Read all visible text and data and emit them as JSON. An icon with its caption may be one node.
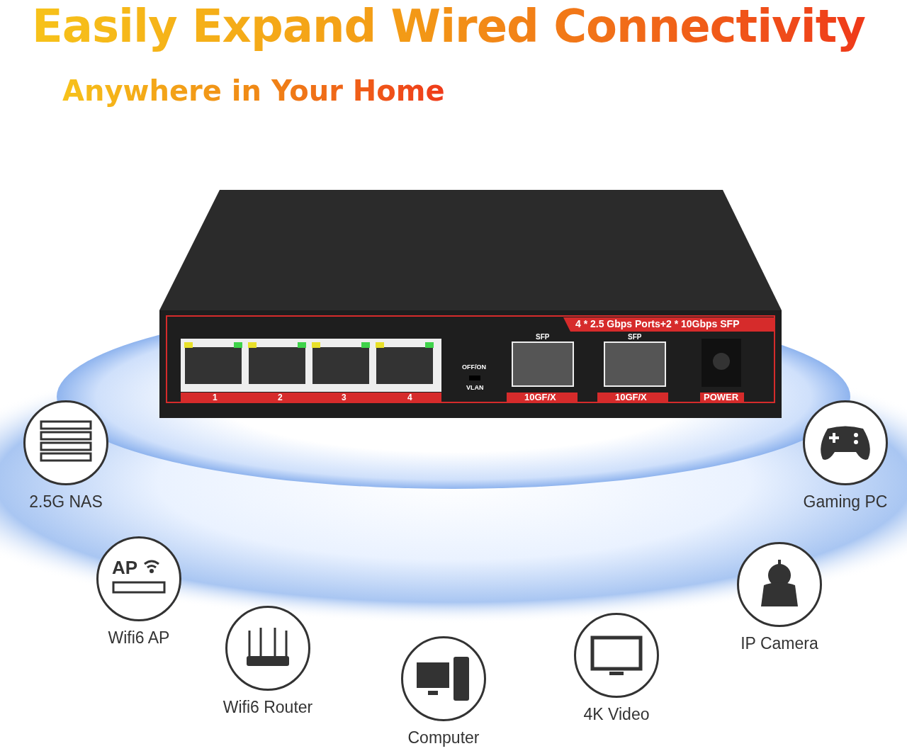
{
  "diagram": {
    "title": "Easily Expand Wired Connectivity",
    "nodes": [
      {
        "text": [
          "2.5G NAS"
        ]
      },
      {
        "text": [
          "Gaming PC"
        ]
      },
      {
        "text": [
          "Wifi6 AP"
        ]
      },
      {
        "text": [
          "IP Camera"
        ]
      },
      {
        "text": [
          "Wifi6 Router"
        ]
      },
      {
        "text": [
          "4K Video"
        ]
      },
      {
        "text": [
          "Computer"
        ]
      }
    ],
    "labels": [
      "Anywhere in Your Home",
      "4 * 2.5 Gbps Ports+2 * 10Gbps SFP",
      "1",
      "2",
      "3",
      "4",
      "OFF/ON",
      "VLAN",
      "SFP",
      "SFP",
      "10GF/X",
      "10GF/X",
      "POWER",
      "AP"
    ]
  }
}
